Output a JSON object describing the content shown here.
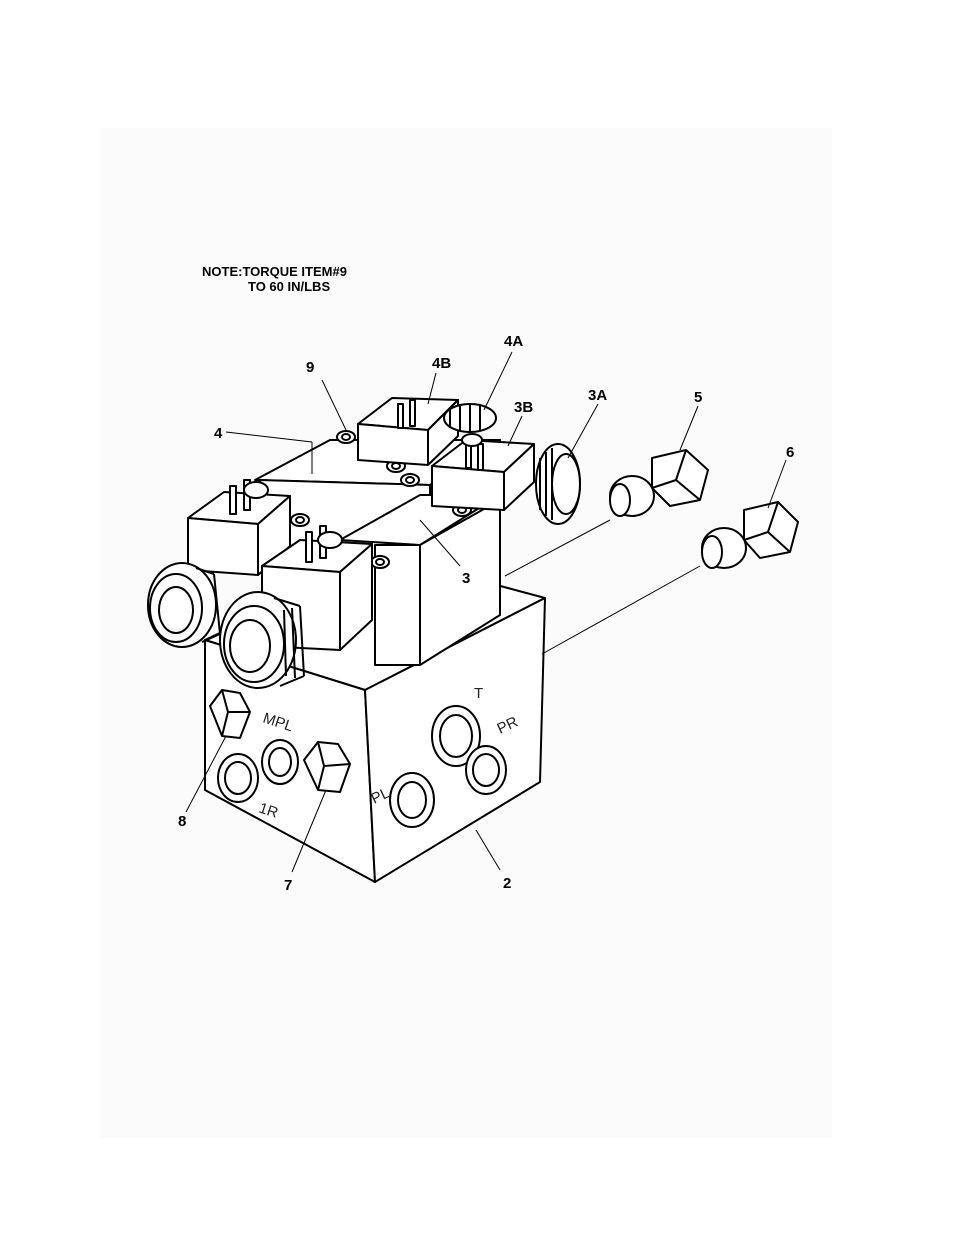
{
  "note": {
    "line1": "NOTE:TORQUE ITEM#9",
    "line2": "TO 60 IN/LBS"
  },
  "callouts": {
    "c9": "9",
    "c4b": "4B",
    "c4a": "4A",
    "c3b": "3B",
    "c3a": "3A",
    "c5": "5",
    "c6": "6",
    "c4": "4",
    "c3": "3",
    "c8": "8",
    "c7": "7",
    "c2": "2"
  },
  "ports": {
    "t": "T",
    "pr": "PR",
    "pl": "PL",
    "mpl": "MPL",
    "r1": "1R"
  }
}
